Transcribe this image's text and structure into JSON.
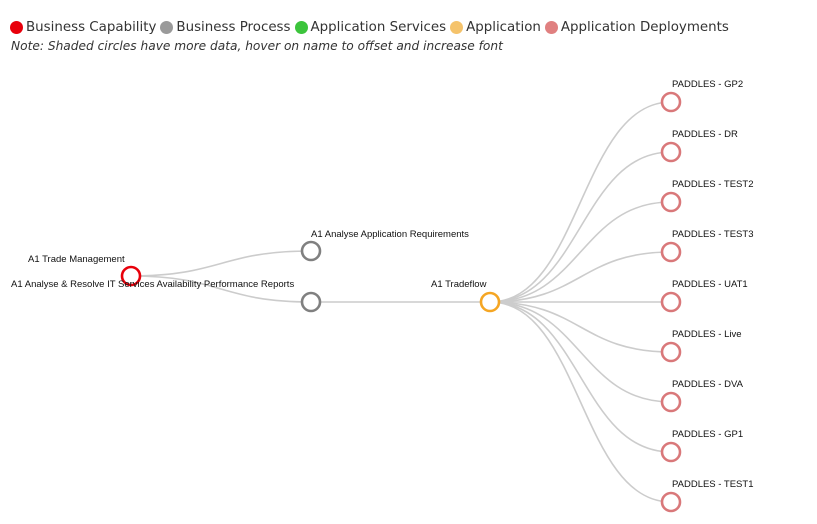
{
  "legend": [
    {
      "label": "Business Capability",
      "color": "#e8000b"
    },
    {
      "label": "Business Process",
      "color": "#9a9a9a"
    },
    {
      "label": "Application Services",
      "color": "#3cc43c"
    },
    {
      "label": "Application",
      "color": "#f5c36b"
    },
    {
      "label": "Application Deployments",
      "color": "#e08080"
    }
  ],
  "note": "Note: Shaded circles have more data, hover on name to offset and increase font",
  "colors": {
    "capability_stroke": "#e8000b",
    "process_stroke": "#808080",
    "application_stroke": "#f5a623",
    "deployment_stroke": "#d9787a"
  },
  "tree": {
    "capability": {
      "label": "A1 Trade Management"
    },
    "processes": [
      {
        "label": "A1 Analyse Application Requirements"
      },
      {
        "label": "A1 Analyse & Resolve IT Services Availability Performance Reports"
      }
    ],
    "application": {
      "label": "A1 Tradeflow"
    },
    "deployments": [
      {
        "label": "PADDLES - GP2"
      },
      {
        "label": "PADDLES - DR"
      },
      {
        "label": "PADDLES - TEST2"
      },
      {
        "label": "PADDLES - TEST3"
      },
      {
        "label": "PADDLES - UAT1"
      },
      {
        "label": "PADDLES - Live"
      },
      {
        "label": "PADDLES - DVA"
      },
      {
        "label": "PADDLES - GP1"
      },
      {
        "label": "PADDLES - TEST1"
      }
    ]
  }
}
